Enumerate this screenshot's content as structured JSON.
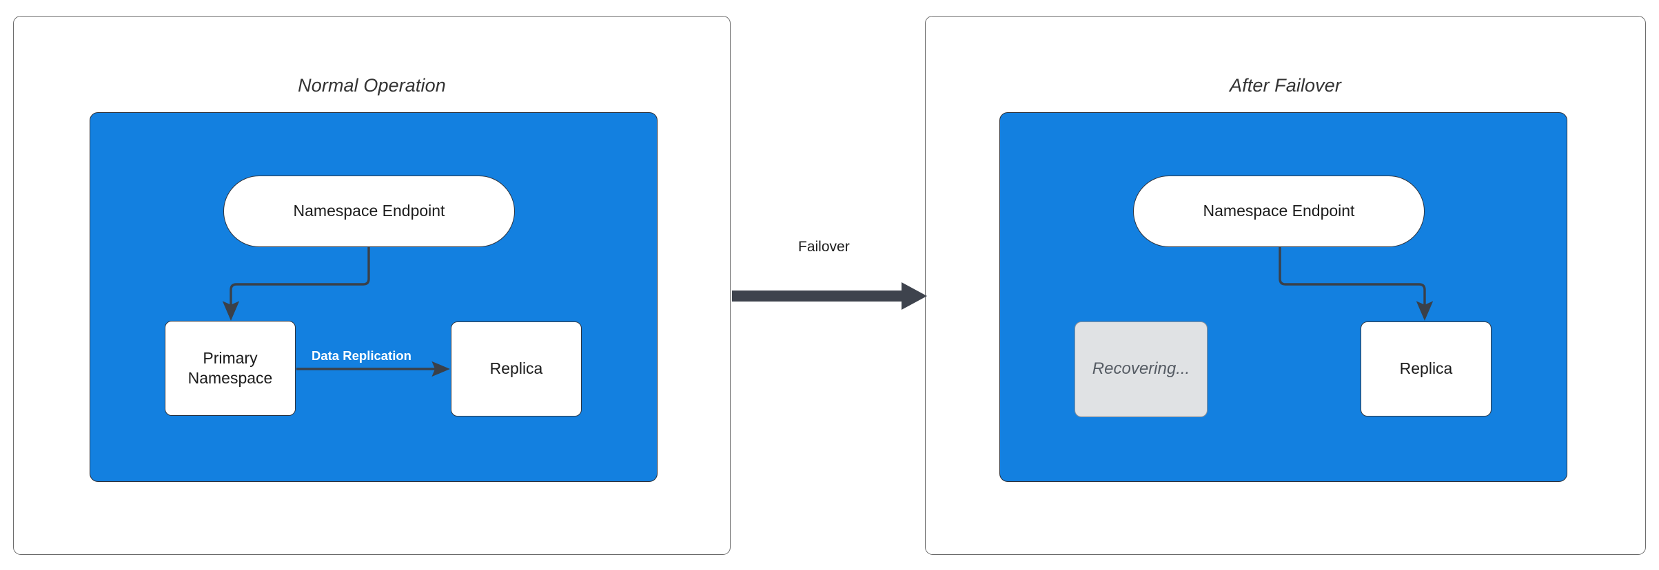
{
  "diagram": {
    "title_left": "Normal Operation",
    "title_right": "After Failover",
    "transition_label": "Failover",
    "colors": {
      "region": "#1380e0",
      "node_fill": "#ffffff",
      "node_stroke": "#2f343d",
      "ghost_fill": "#e0e2e4",
      "ghost_text": "#555b63",
      "edge": "#3a4049",
      "panel_border": "#6b6b6b"
    }
  },
  "panels": [
    {
      "id": "normal-operation",
      "title": "Normal Operation",
      "nodes": [
        {
          "id": "endpoint",
          "label": "Namespace Endpoint",
          "shape": "pill",
          "state": "active"
        },
        {
          "id": "primary",
          "label": "Primary\nNamespace",
          "shape": "rect",
          "state": "active"
        },
        {
          "id": "replica",
          "label": "Replica",
          "shape": "rect",
          "state": "active"
        }
      ],
      "edges": [
        {
          "from": "endpoint",
          "to": "primary",
          "label": "",
          "style": "elbow"
        },
        {
          "from": "primary",
          "to": "replica",
          "label": "Data Replication",
          "style": "straight"
        }
      ]
    },
    {
      "id": "after-failover",
      "title": "After Failover",
      "nodes": [
        {
          "id": "endpoint",
          "label": "Namespace Endpoint",
          "shape": "pill",
          "state": "active"
        },
        {
          "id": "recovering",
          "label": "Recovering...",
          "shape": "rect",
          "state": "recovering"
        },
        {
          "id": "replica",
          "label": "Replica",
          "shape": "rect",
          "state": "active"
        }
      ],
      "edges": [
        {
          "from": "endpoint",
          "to": "replica",
          "label": "",
          "style": "elbow"
        }
      ]
    }
  ],
  "labels": {
    "namespace_endpoint_left": "Namespace Endpoint",
    "namespace_endpoint_right": "Namespace Endpoint",
    "primary_namespace_line1": "Primary",
    "primary_namespace_line2": "Namespace",
    "replica_left": "Replica",
    "replica_right": "Replica",
    "recovering": "Recovering...",
    "data_replication": "Data Replication",
    "failover": "Failover"
  }
}
